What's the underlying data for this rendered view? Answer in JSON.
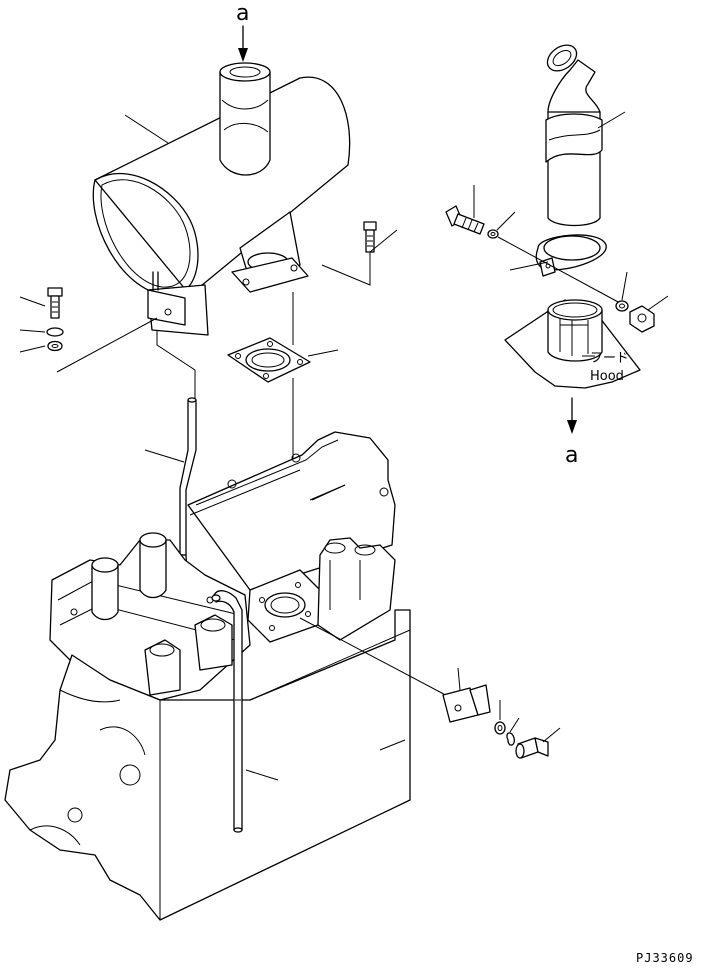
{
  "labels": {
    "ref_top": "a",
    "ref_right": "a",
    "hood_jp": "フード",
    "hood_en": "Hood",
    "drawing_code": "PJ33609"
  }
}
